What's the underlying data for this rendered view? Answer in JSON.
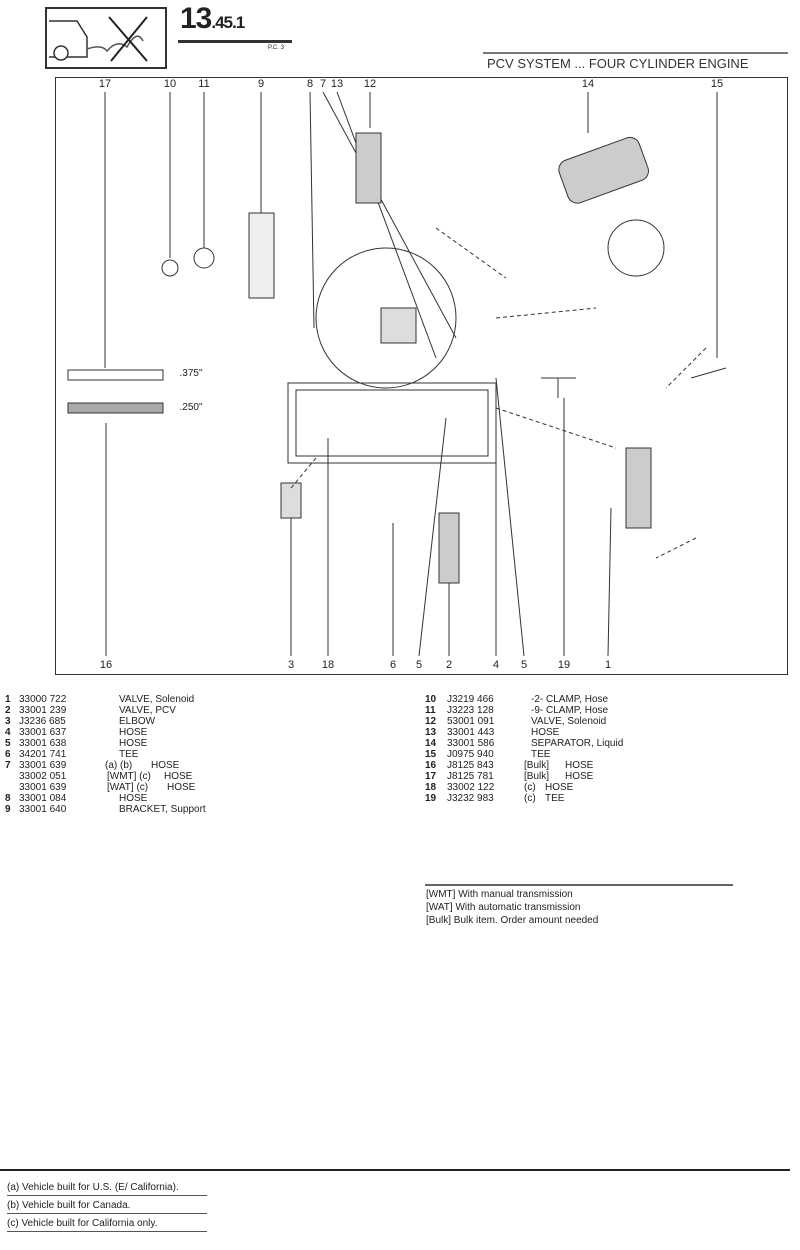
{
  "header": {
    "page_main": "13",
    "page_sub": ".45",
    "page_suffix": ".1",
    "pc_label": "P.C. 3",
    "title": "PCV SYSTEM ... FOUR CYLINDER ENGINE",
    "logo_icon": "car-emission-crossed-icon"
  },
  "diagram": {
    "top_callouts": [
      "17",
      "10",
      "11",
      "9",
      "8",
      "7",
      "13",
      "12",
      "14",
      "15"
    ],
    "bottom_callouts": [
      "16",
      "3",
      "18",
      "6",
      "5",
      "2",
      "4",
      "5",
      "19",
      "1"
    ],
    "dim_375": ".375\"",
    "dim_250": ".250\""
  },
  "parts_left": [
    {
      "num": "1",
      "part": "33000 722",
      "qual": "",
      "desc": "VALVE, Solenoid"
    },
    {
      "num": "2",
      "part": "33001 239",
      "qual": "",
      "desc": "VALVE, PCV"
    },
    {
      "num": "3",
      "part": "J3236 685",
      "qual": "",
      "desc": "ELBOW"
    },
    {
      "num": "4",
      "part": "33001 637",
      "qual": "",
      "desc": "HOSE"
    },
    {
      "num": "5",
      "part": "33001 638",
      "qual": "",
      "desc": "HOSE"
    },
    {
      "num": "6",
      "part": "34201 741",
      "qual": "",
      "desc": "TEE"
    },
    {
      "num": "7",
      "part": "33001 639",
      "qual": "(a) (b)",
      "desc": "HOSE"
    },
    {
      "num": "",
      "part": "33002 051",
      "qual": "[WMT] (c)",
      "desc": "HOSE"
    },
    {
      "num": "",
      "part": "33001 639",
      "qual": "[WAT] (c)",
      "desc": "HOSE"
    },
    {
      "num": "8",
      "part": "33001 084",
      "qual": "",
      "desc": "HOSE"
    },
    {
      "num": "9",
      "part": "33001 640",
      "qual": "",
      "desc": "BRACKET, Support"
    }
  ],
  "parts_right": [
    {
      "num": "10",
      "part": "J3219 466",
      "qual": "",
      "desc": "-2- CLAMP, Hose"
    },
    {
      "num": "11",
      "part": "J3223 128",
      "qual": "",
      "desc": "-9- CLAMP, Hose"
    },
    {
      "num": "12",
      "part": "53001 091",
      "qual": "",
      "desc": "VALVE, Solenoid"
    },
    {
      "num": "13",
      "part": "33001 443",
      "qual": "",
      "desc": "HOSE"
    },
    {
      "num": "14",
      "part": "33001 586",
      "qual": "",
      "desc": "SEPARATOR, Liquid"
    },
    {
      "num": "15",
      "part": "J0975 940",
      "qual": "",
      "desc": "TEE"
    },
    {
      "num": "16",
      "part": "J8125 843",
      "qual": "[Bulk]",
      "desc": "HOSE"
    },
    {
      "num": "17",
      "part": "J8125 781",
      "qual": "[Bulk]",
      "desc": "HOSE"
    },
    {
      "num": "18",
      "part": "33002 122",
      "qual": "(c)",
      "desc": "HOSE"
    },
    {
      "num": "19",
      "part": "J3232 983",
      "qual": "(c)",
      "desc": "TEE"
    }
  ],
  "legend": [
    "[WMT] With manual transmission",
    "[WAT] With automatic transmission",
    "[Bulk] Bulk item.  Order amount needed"
  ],
  "footnotes": [
    "(a) Vehicle built for U.S. (E/ California).",
    "(b) Vehicle built for Canada.",
    "(c) Vehicle built for California only."
  ]
}
